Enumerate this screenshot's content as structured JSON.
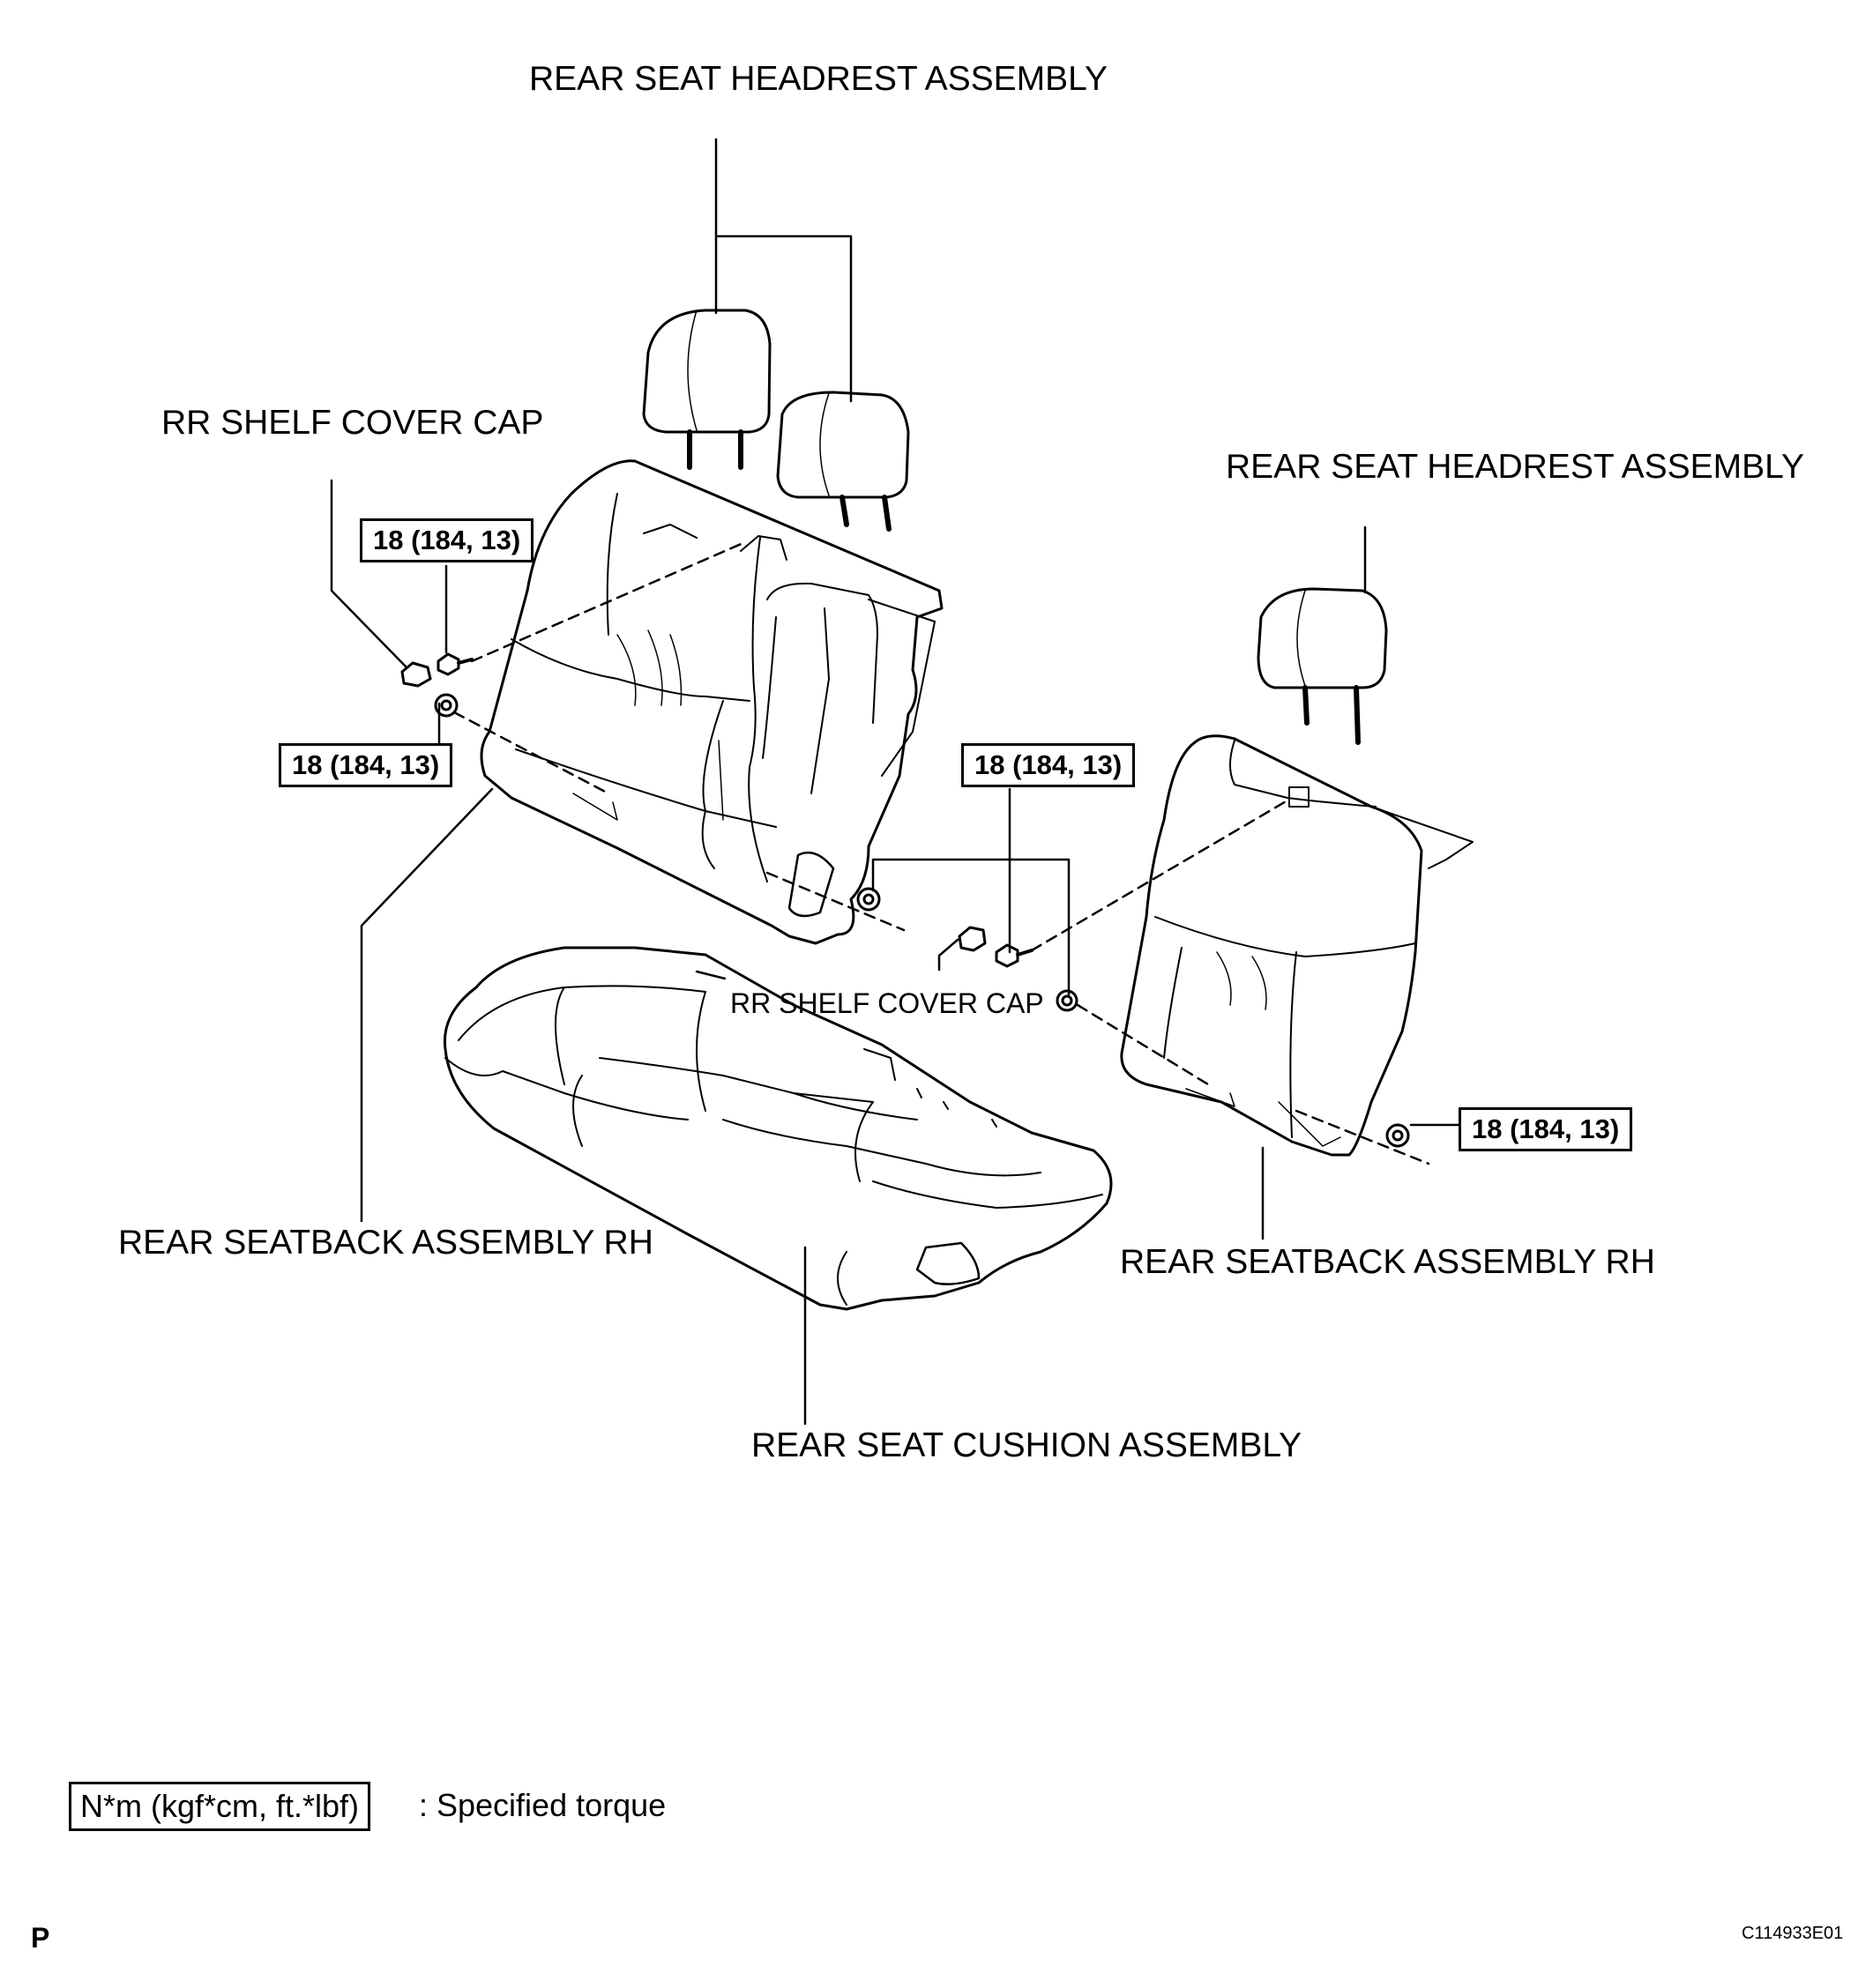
{
  "labels": {
    "headrest_top": "REAR SEAT HEADREST ASSEMBLY",
    "headrest_right": "REAR SEAT HEADREST ASSEMBLY",
    "shelf_cap_left": "RR SHELF COVER CAP",
    "shelf_cap_center": "RR SHELF COVER CAP",
    "seatback_left": "REAR SEATBACK ASSEMBLY RH",
    "seatback_right": "REAR SEATBACK ASSEMBLY RH",
    "cushion": "REAR SEAT CUSHION ASSEMBLY"
  },
  "torque": {
    "t1": "18 (184, 13)",
    "t2": "18 (184, 13)",
    "t3": "18 (184, 13)",
    "t4": "18 (184, 13)"
  },
  "legend": {
    "unit": "N*m (kgf*cm, ft.*lbf)",
    "text": ": Specified torque"
  },
  "footer": {
    "section": "P",
    "figure_code": "C114933E01"
  }
}
